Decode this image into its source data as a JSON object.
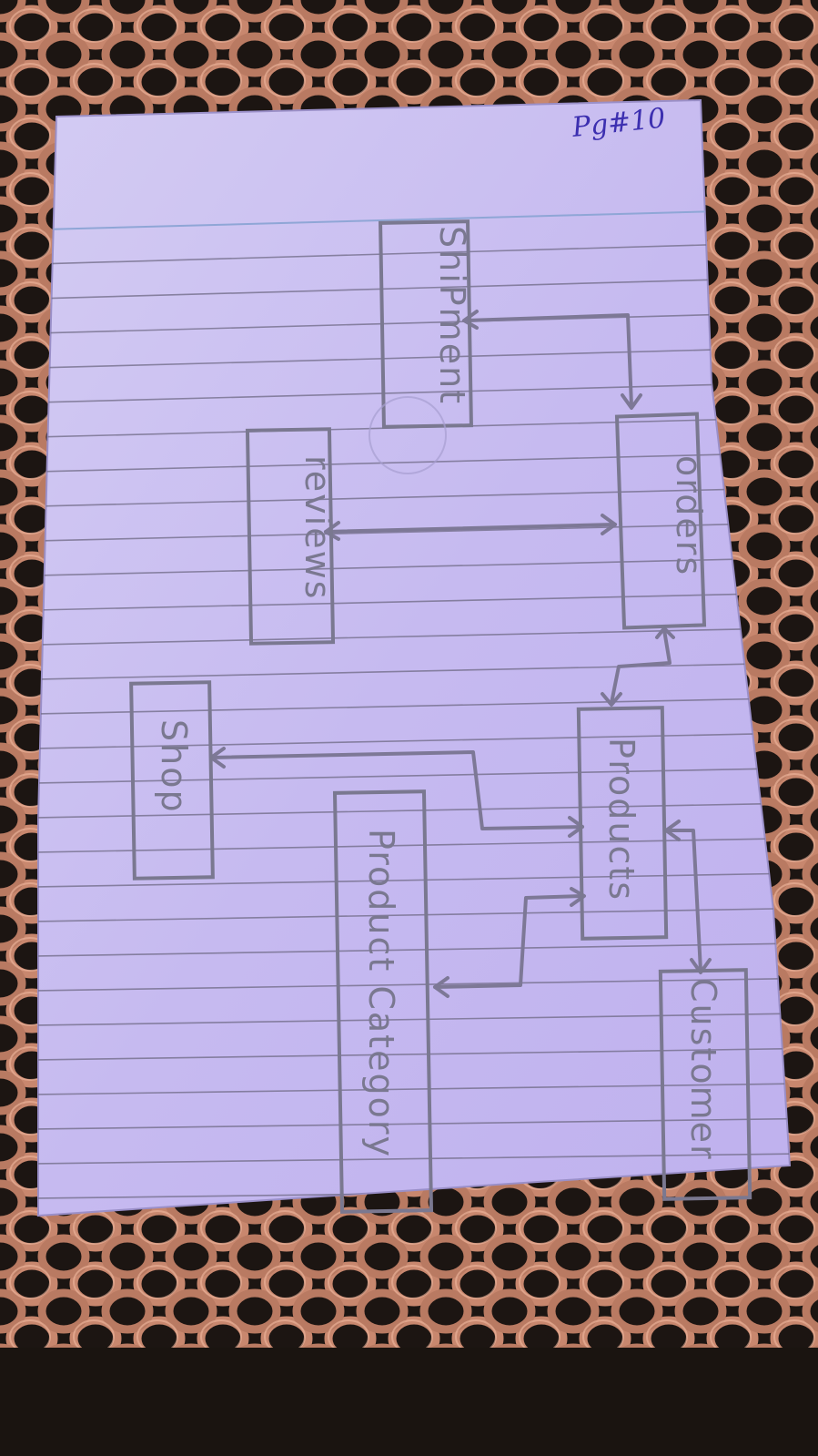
{
  "page_number": "Pg#10",
  "diagram": {
    "entities": [
      {
        "id": "shipment",
        "label": "ShiPment"
      },
      {
        "id": "reviews",
        "label": "reviews"
      },
      {
        "id": "orders",
        "label": "orders"
      },
      {
        "id": "shop",
        "label": "Shop"
      },
      {
        "id": "products",
        "label": "Products"
      },
      {
        "id": "product_category",
        "label": "Product Category"
      },
      {
        "id": "customer",
        "label": "Customer"
      }
    ],
    "connections": [
      {
        "from": "shipment",
        "to": "orders"
      },
      {
        "from": "reviews",
        "to": "orders"
      },
      {
        "from": "orders",
        "to": "products"
      },
      {
        "from": "shop",
        "to": "products"
      },
      {
        "from": "products",
        "to": "product_category"
      },
      {
        "from": "products",
        "to": "customer"
      }
    ]
  },
  "colors": {
    "paper": "#c9bff0",
    "rule_line": "#6f6a85",
    "pencil": "#7a7890",
    "ink": "#3c2fb0",
    "copper": "#c8876e"
  }
}
